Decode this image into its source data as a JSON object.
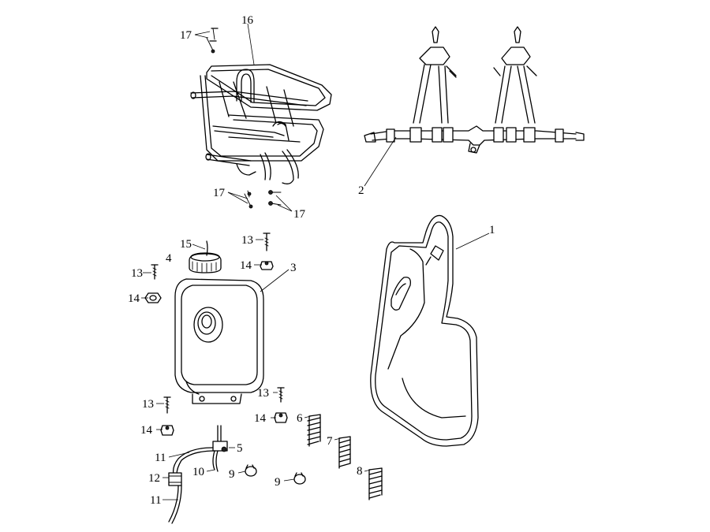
{
  "callouts": {
    "c1": "1",
    "c2": "2",
    "c3": "3",
    "c4": "4",
    "c5": "5",
    "c6": "6",
    "c7": "7",
    "c8": "8",
    "c9a": "9",
    "c9b": "9",
    "c10": "10",
    "c11a": "11",
    "c11b": "11",
    "c12": "12",
    "c13a": "13",
    "c13b": "13",
    "c13c": "13",
    "c13d": "13",
    "c14a": "14",
    "c14b": "14",
    "c14c": "14",
    "c14d": "14",
    "c15": "15",
    "c16": "16",
    "c17a": "17",
    "c17b": "17",
    "c17c": "17"
  }
}
